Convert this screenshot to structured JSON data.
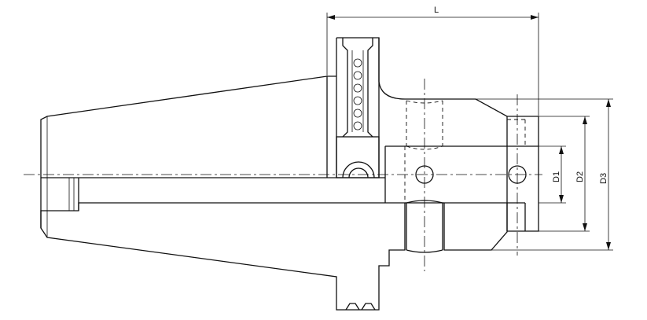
{
  "diagram": {
    "dimensions": {
      "length_label": "L",
      "d1_label": "D1",
      "d2_label": "D2",
      "d3_label": "D3"
    },
    "colors": {
      "line": "#111111",
      "background": "#ffffff"
    }
  }
}
